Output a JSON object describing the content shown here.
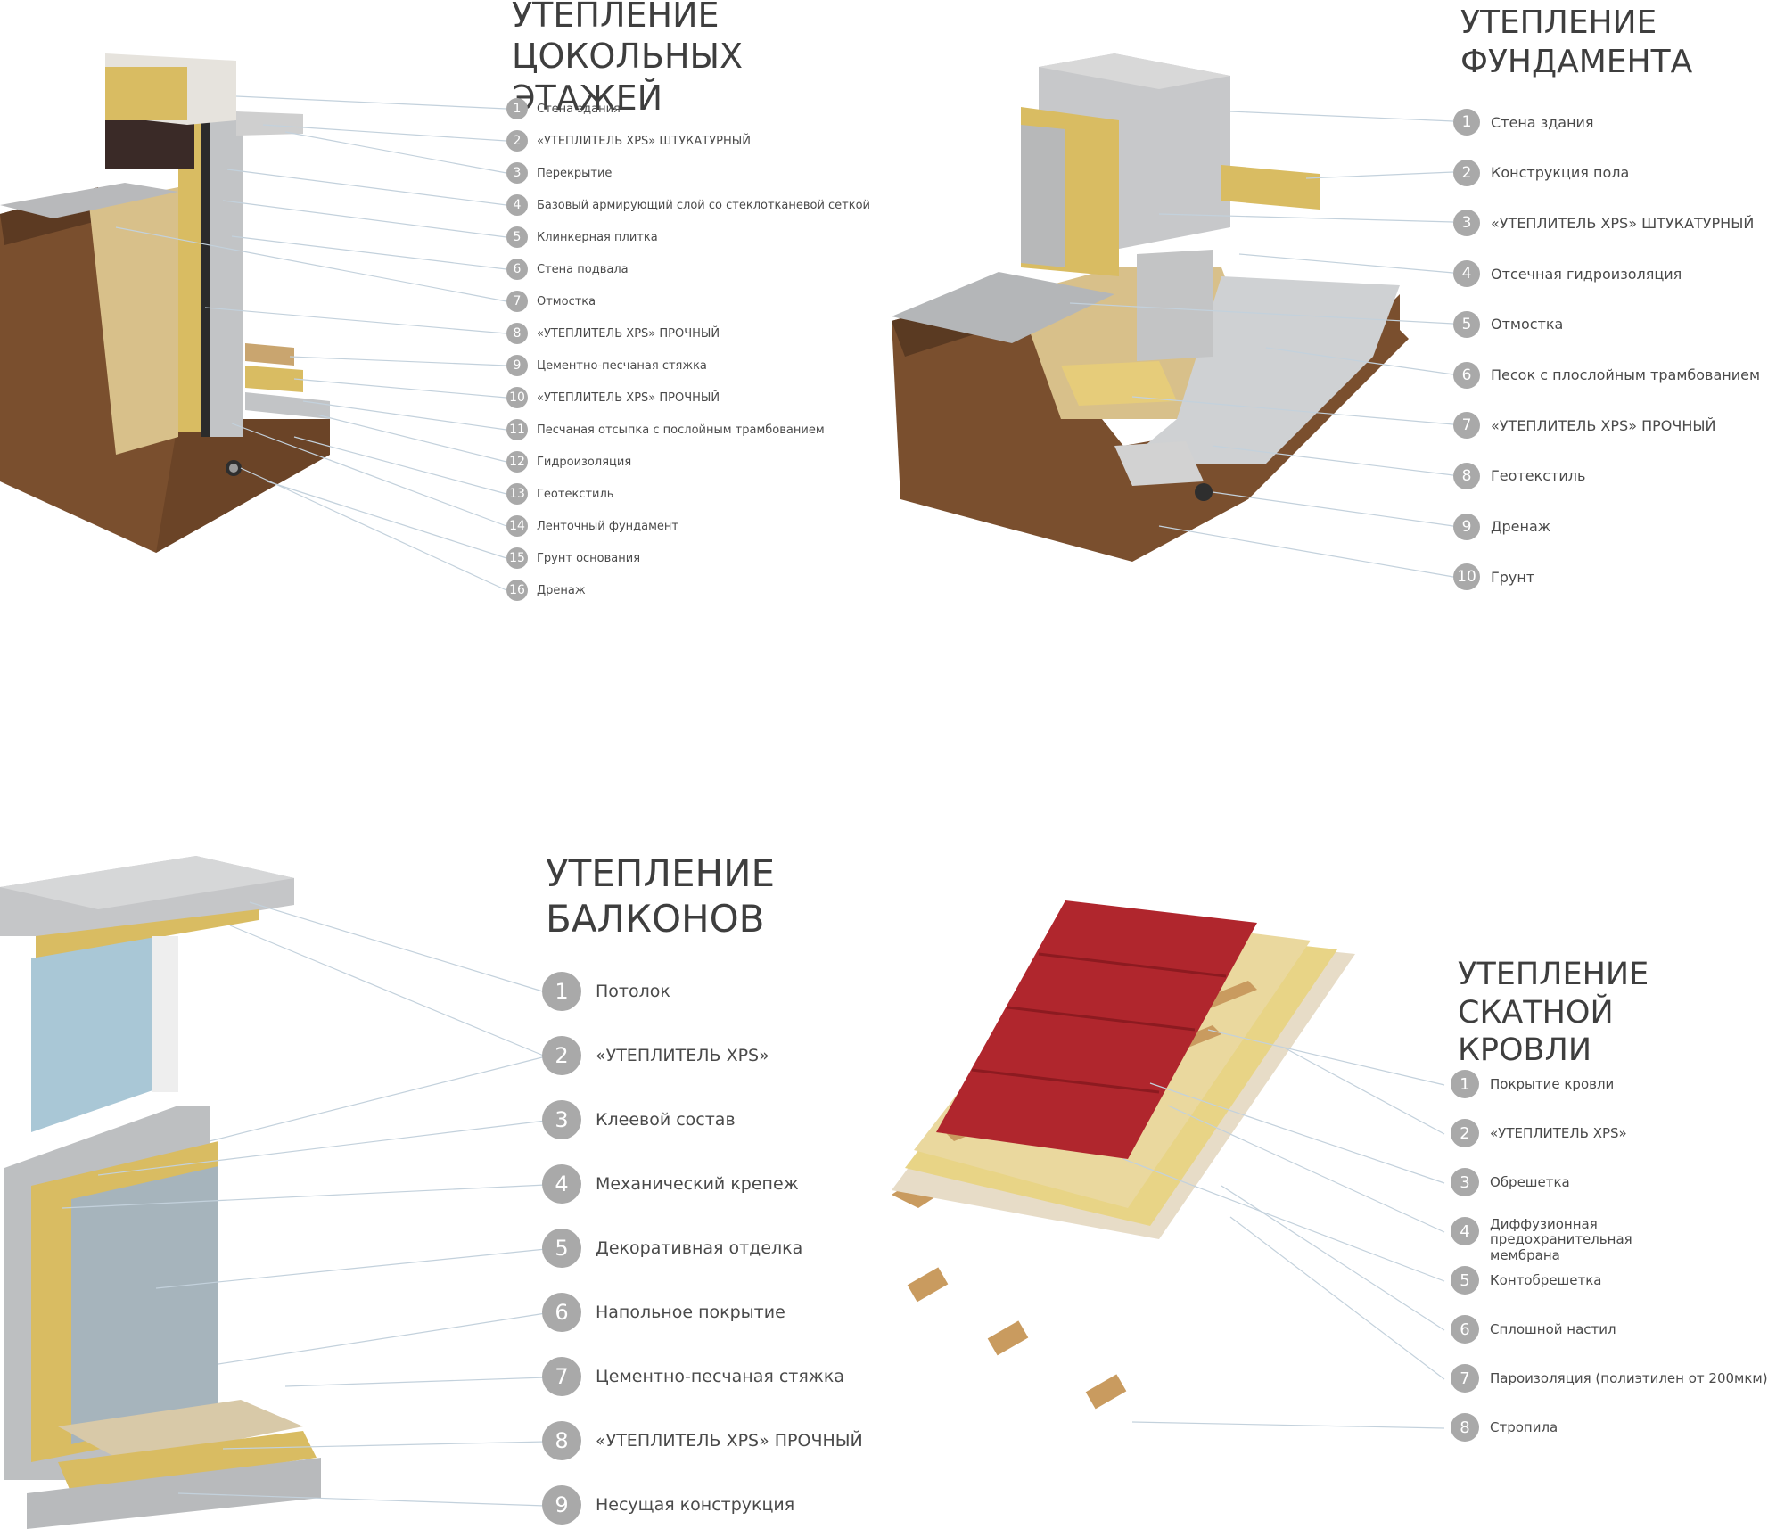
{
  "panels": {
    "basement": {
      "title": "УТЕПЛЕНИЕ\nЦОКОЛЬНЫХ ЭТАЖЕЙ",
      "items": [
        {
          "n": "1",
          "label": "Стена здания"
        },
        {
          "n": "2",
          "label": "«УТЕПЛИТЕЛЬ XPS» ШТУКАТУРНЫЙ"
        },
        {
          "n": "3",
          "label": "Перекрытие"
        },
        {
          "n": "4",
          "label": "Базовый армирующий слой со стеклотканевой сеткой"
        },
        {
          "n": "5",
          "label": "Клинкерная плитка"
        },
        {
          "n": "6",
          "label": "Стена подвала"
        },
        {
          "n": "7",
          "label": "Отмостка"
        },
        {
          "n": "8",
          "label": "«УТЕПЛИТЕЛЬ XPS» ПРОЧНЫЙ"
        },
        {
          "n": "9",
          "label": "Цементно-песчаная стяжка"
        },
        {
          "n": "10",
          "label": "«УТЕПЛИТЕЛЬ XPS» ПРОЧНЫЙ"
        },
        {
          "n": "11",
          "label": "Песчаная отсыпка с послойным трамбованием"
        },
        {
          "n": "12",
          "label": "Гидроизоляция"
        },
        {
          "n": "13",
          "label": "Геотекстиль"
        },
        {
          "n": "14",
          "label": "Ленточный фундамент"
        },
        {
          "n": "15",
          "label": "Грунт основания"
        },
        {
          "n": "16",
          "label": "Дренаж"
        }
      ]
    },
    "foundation": {
      "title": "УТЕПЛЕНИЕ\nФУНДАМЕНТА",
      "items": [
        {
          "n": "1",
          "label": "Стена здания"
        },
        {
          "n": "2",
          "label": "Конструкция пола"
        },
        {
          "n": "3",
          "label": "«УТЕПЛИТЕЛЬ XPS» ШТУКАТУРНЫЙ"
        },
        {
          "n": "4",
          "label": "Отсечная гидроизоляция"
        },
        {
          "n": "5",
          "label": "Отмостка"
        },
        {
          "n": "6",
          "label": "Песок с плослойным трамбованием"
        },
        {
          "n": "7",
          "label": "«УТЕПЛИТЕЛЬ XPS» ПРОЧНЫЙ"
        },
        {
          "n": "8",
          "label": "Геотекстиль"
        },
        {
          "n": "9",
          "label": "Дренаж"
        },
        {
          "n": "10",
          "label": "Грунт"
        }
      ]
    },
    "balcony": {
      "title": "УТЕПЛЕНИЕ\nБАЛКОНОВ",
      "items": [
        {
          "n": "1",
          "label": "Потолок"
        },
        {
          "n": "2",
          "label": "«УТЕПЛИТЕЛЬ XPS»"
        },
        {
          "n": "3",
          "label": "Клеевой состав"
        },
        {
          "n": "4",
          "label": "Механический крепеж"
        },
        {
          "n": "5",
          "label": "Декоративная отделка"
        },
        {
          "n": "6",
          "label": "Напольное покрытие"
        },
        {
          "n": "7",
          "label": "Цементно-песчаная стяжка"
        },
        {
          "n": "8",
          "label": "«УТЕПЛИТЕЛЬ XPS» ПРОЧНЫЙ"
        },
        {
          "n": "9",
          "label": "Несущая конструкция"
        }
      ]
    },
    "roof": {
      "title": "УТЕПЛЕНИЕ\nСКАТНОЙ КРОВЛИ",
      "items": [
        {
          "n": "1",
          "label": "Покрытие кровли"
        },
        {
          "n": "2",
          "label": "«УТЕПЛИТЕЛЬ XPS»"
        },
        {
          "n": "3",
          "label": "Обрешетка"
        },
        {
          "n": "4",
          "label": "Диффузионная предохранительная\nмембрана"
        },
        {
          "n": "5",
          "label": "Контобрешетка"
        },
        {
          "n": "6",
          "label": "Сплошной настил"
        },
        {
          "n": "7",
          "label": "Пароизоляция (полиэтилен от 200мкм)"
        },
        {
          "n": "8",
          "label": "Стропила"
        }
      ]
    }
  },
  "colors": {
    "badge": "#a9a9a9",
    "title": "#3e3e3e",
    "insulation": "#d9bc62",
    "soil": "#7a4f2e",
    "concrete": "#c3c5c7",
    "roof_tile": "#b0262d",
    "leader": "#b9c9d6"
  }
}
